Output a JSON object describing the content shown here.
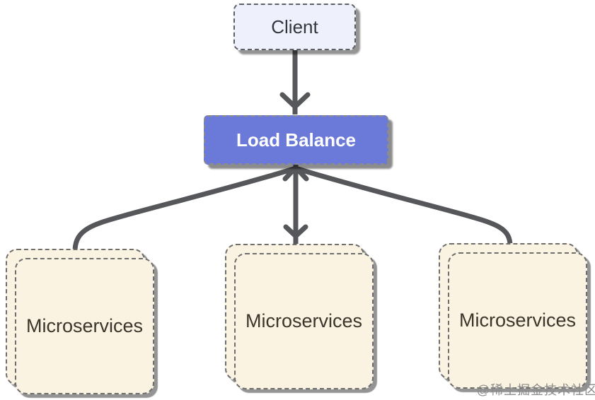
{
  "diagram": {
    "type": "architecture-flow",
    "nodes": {
      "client": {
        "label": "Client"
      },
      "load_balance": {
        "label": "Load Balance"
      },
      "microservices": [
        {
          "label": "Microservices"
        },
        {
          "label": "Microservices"
        },
        {
          "label": "Microservices"
        }
      ]
    },
    "edges": [
      {
        "from": "client",
        "to": "load_balance"
      },
      {
        "from": "load_balance",
        "to": "microservices-1"
      },
      {
        "from": "load_balance",
        "to": "microservices-2"
      },
      {
        "from": "load_balance",
        "to": "microservices-3"
      }
    ],
    "colors": {
      "canvas": "#ffffff",
      "client_fill": "#eef1fb",
      "client_text": "#33363d",
      "load_balance_fill": "#6b79d8",
      "load_balance_text": "#ffffff",
      "microservice_fill": "#faf3e2",
      "microservice_text": "#3b352b",
      "connector": "#56575a",
      "dashed_border": "#6e6e6e"
    },
    "watermark": {
      "text": "@稀土掘金技术社区"
    }
  }
}
